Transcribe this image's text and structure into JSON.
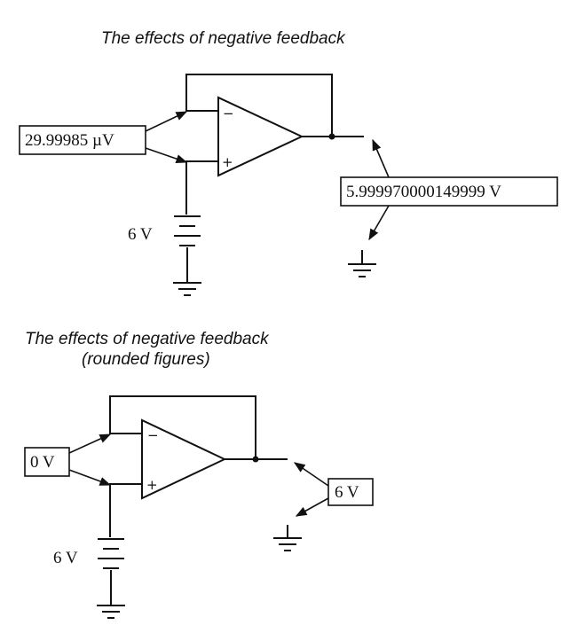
{
  "diagrams": [
    {
      "title_lines": [
        "The effects of negative feedback"
      ],
      "input_meter": "29.99985 µV",
      "output_meter": "5.999970000149999 V",
      "battery_label": "6 V",
      "minus_sign": "−",
      "plus_sign": "+"
    },
    {
      "title_lines": [
        "The effects of negative feedback",
        "(rounded figures)"
      ],
      "input_meter": "0 V",
      "output_meter": "6 V",
      "battery_label": "6 V",
      "minus_sign": "−",
      "plus_sign": "+"
    }
  ]
}
